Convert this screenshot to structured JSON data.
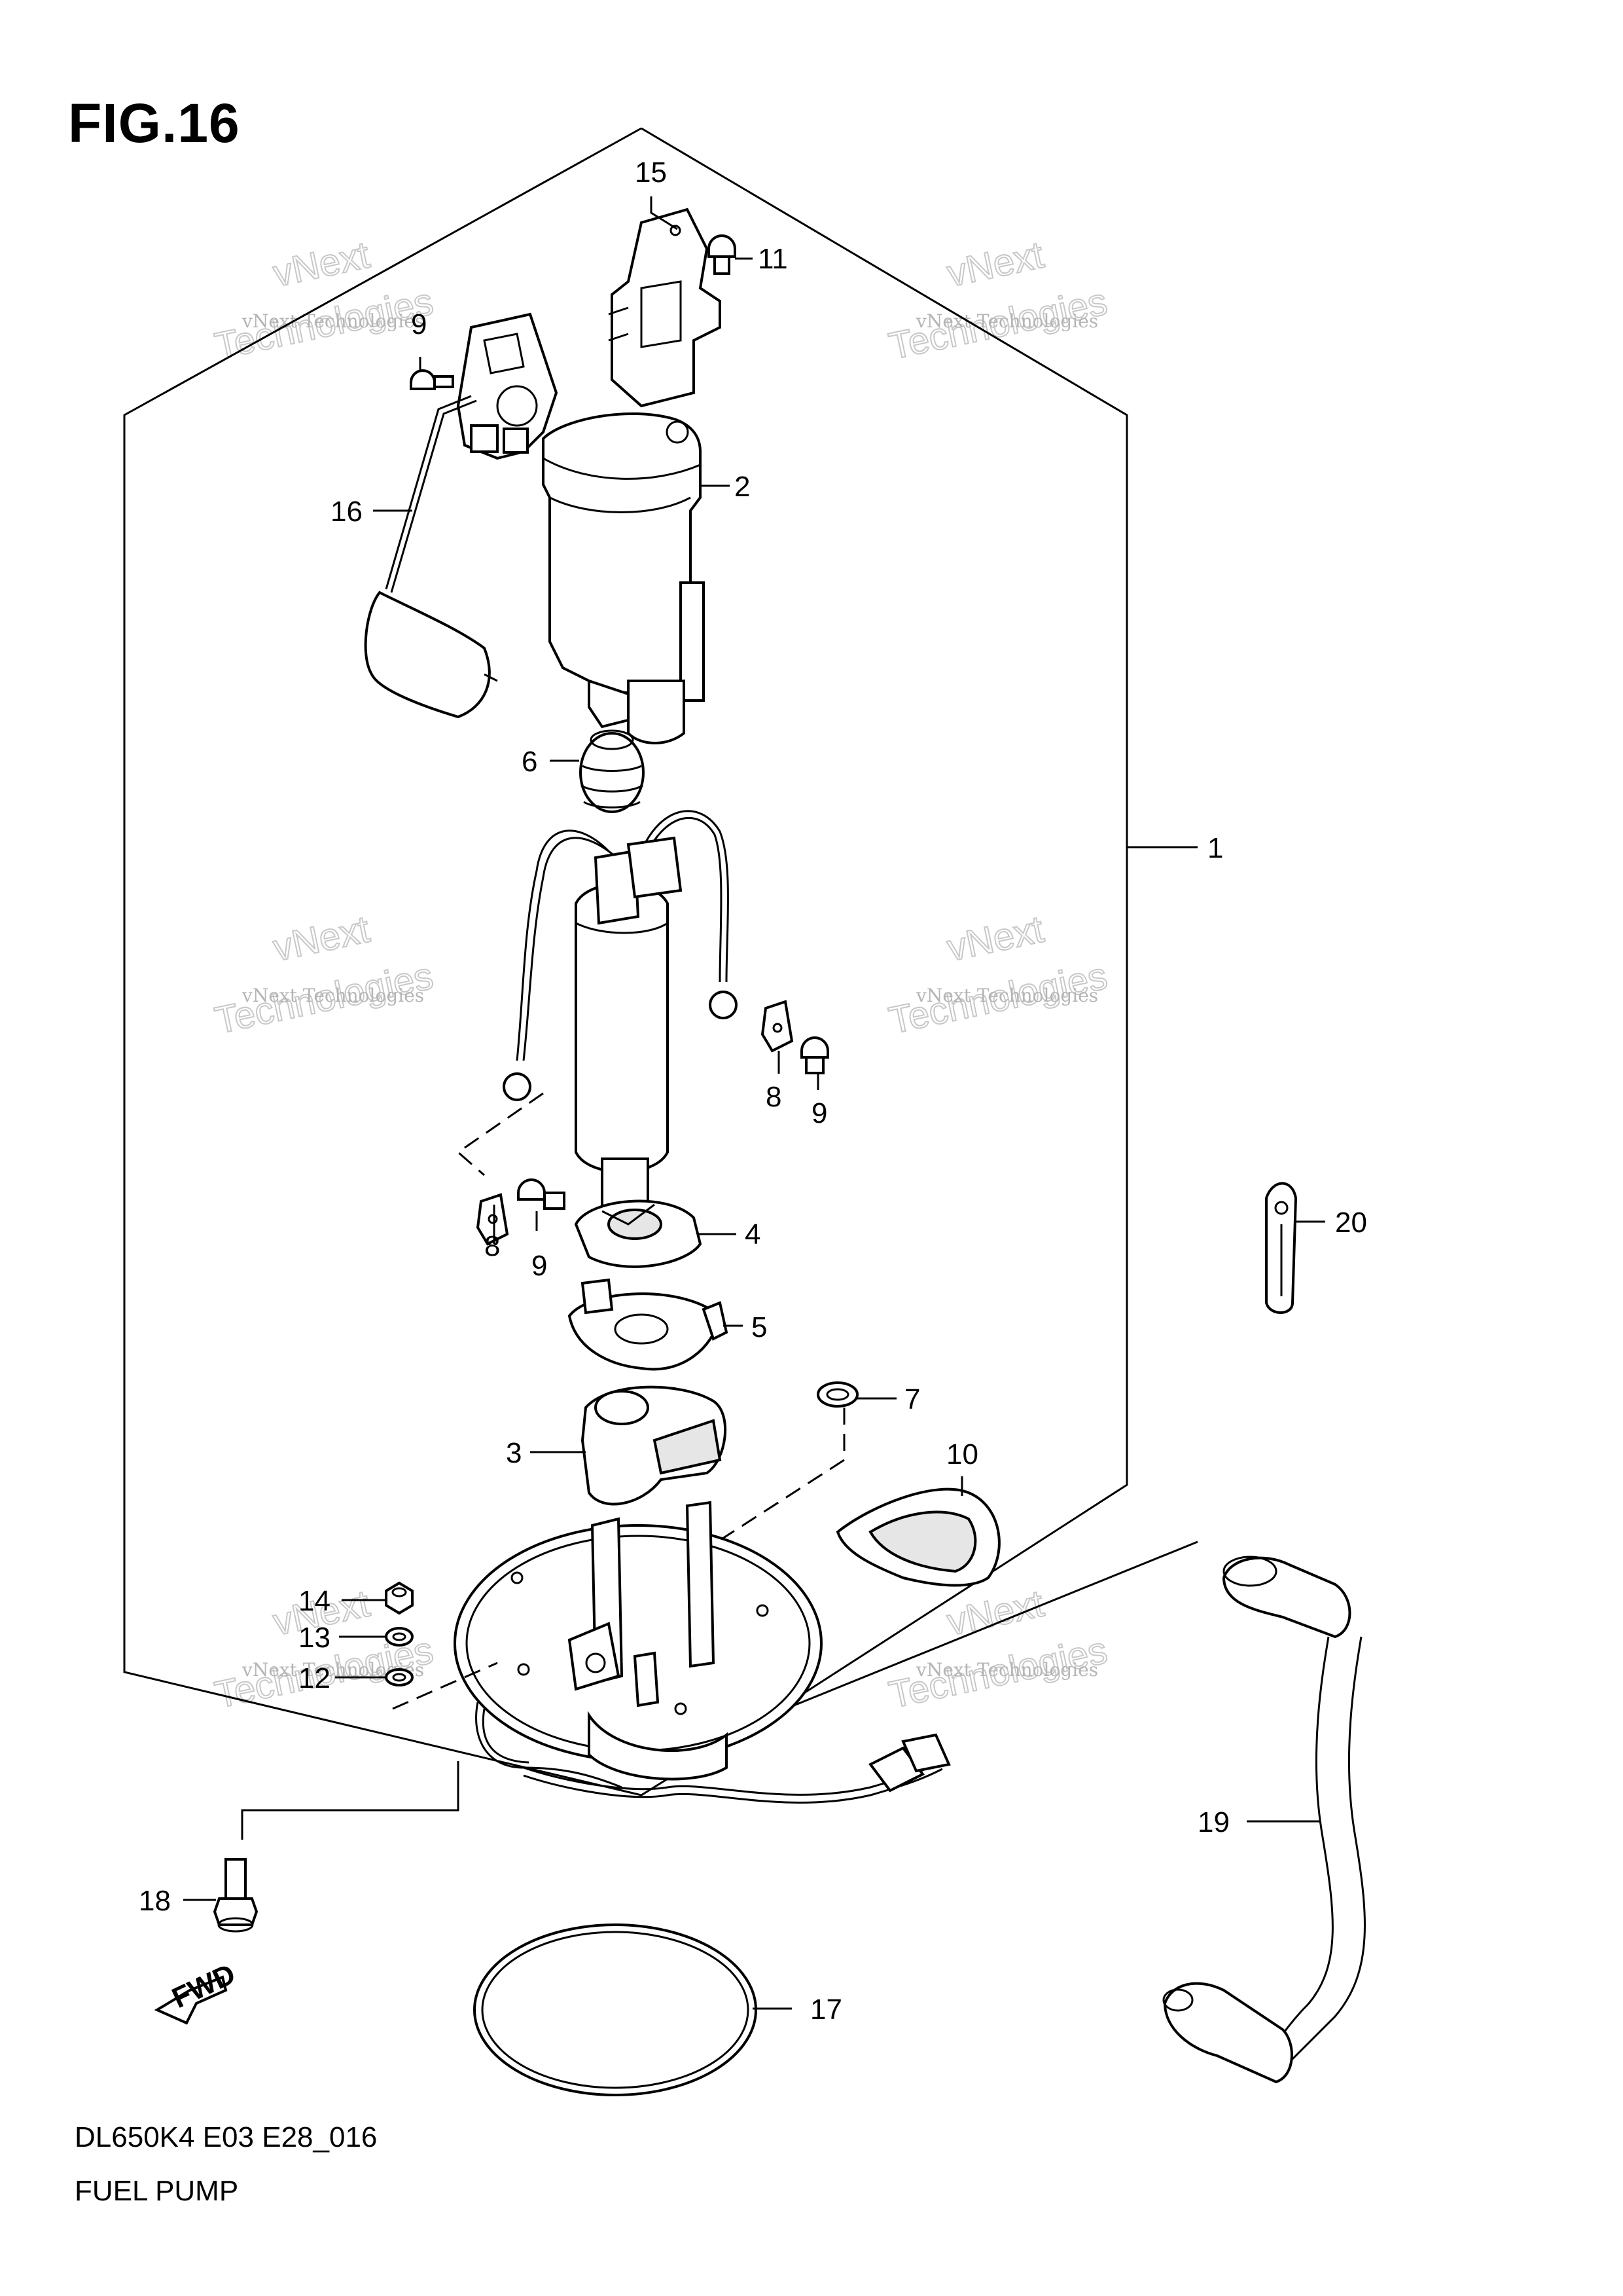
{
  "figure_title": "FIG.16",
  "footer": {
    "model_code": "DL650K4 E03 E28_016",
    "section_name": "FUEL PUMP"
  },
  "fwd_label": "FWD",
  "watermark": {
    "small": "vNext Technologies",
    "big_line1": "vNext",
    "big_line2": "Technologies"
  },
  "callouts": {
    "c1": "1",
    "c2": "2",
    "c3": "3",
    "c4": "4",
    "c5": "5",
    "c6": "6",
    "c7": "7",
    "c8a": "8",
    "c8b": "8",
    "c9a": "9",
    "c9b": "9",
    "c9c": "9",
    "c10": "10",
    "c11": "11",
    "c12": "12",
    "c13": "13",
    "c14": "14",
    "c15": "15",
    "c16": "16",
    "c17": "17",
    "c18": "18",
    "c19": "19",
    "c20": "20"
  }
}
